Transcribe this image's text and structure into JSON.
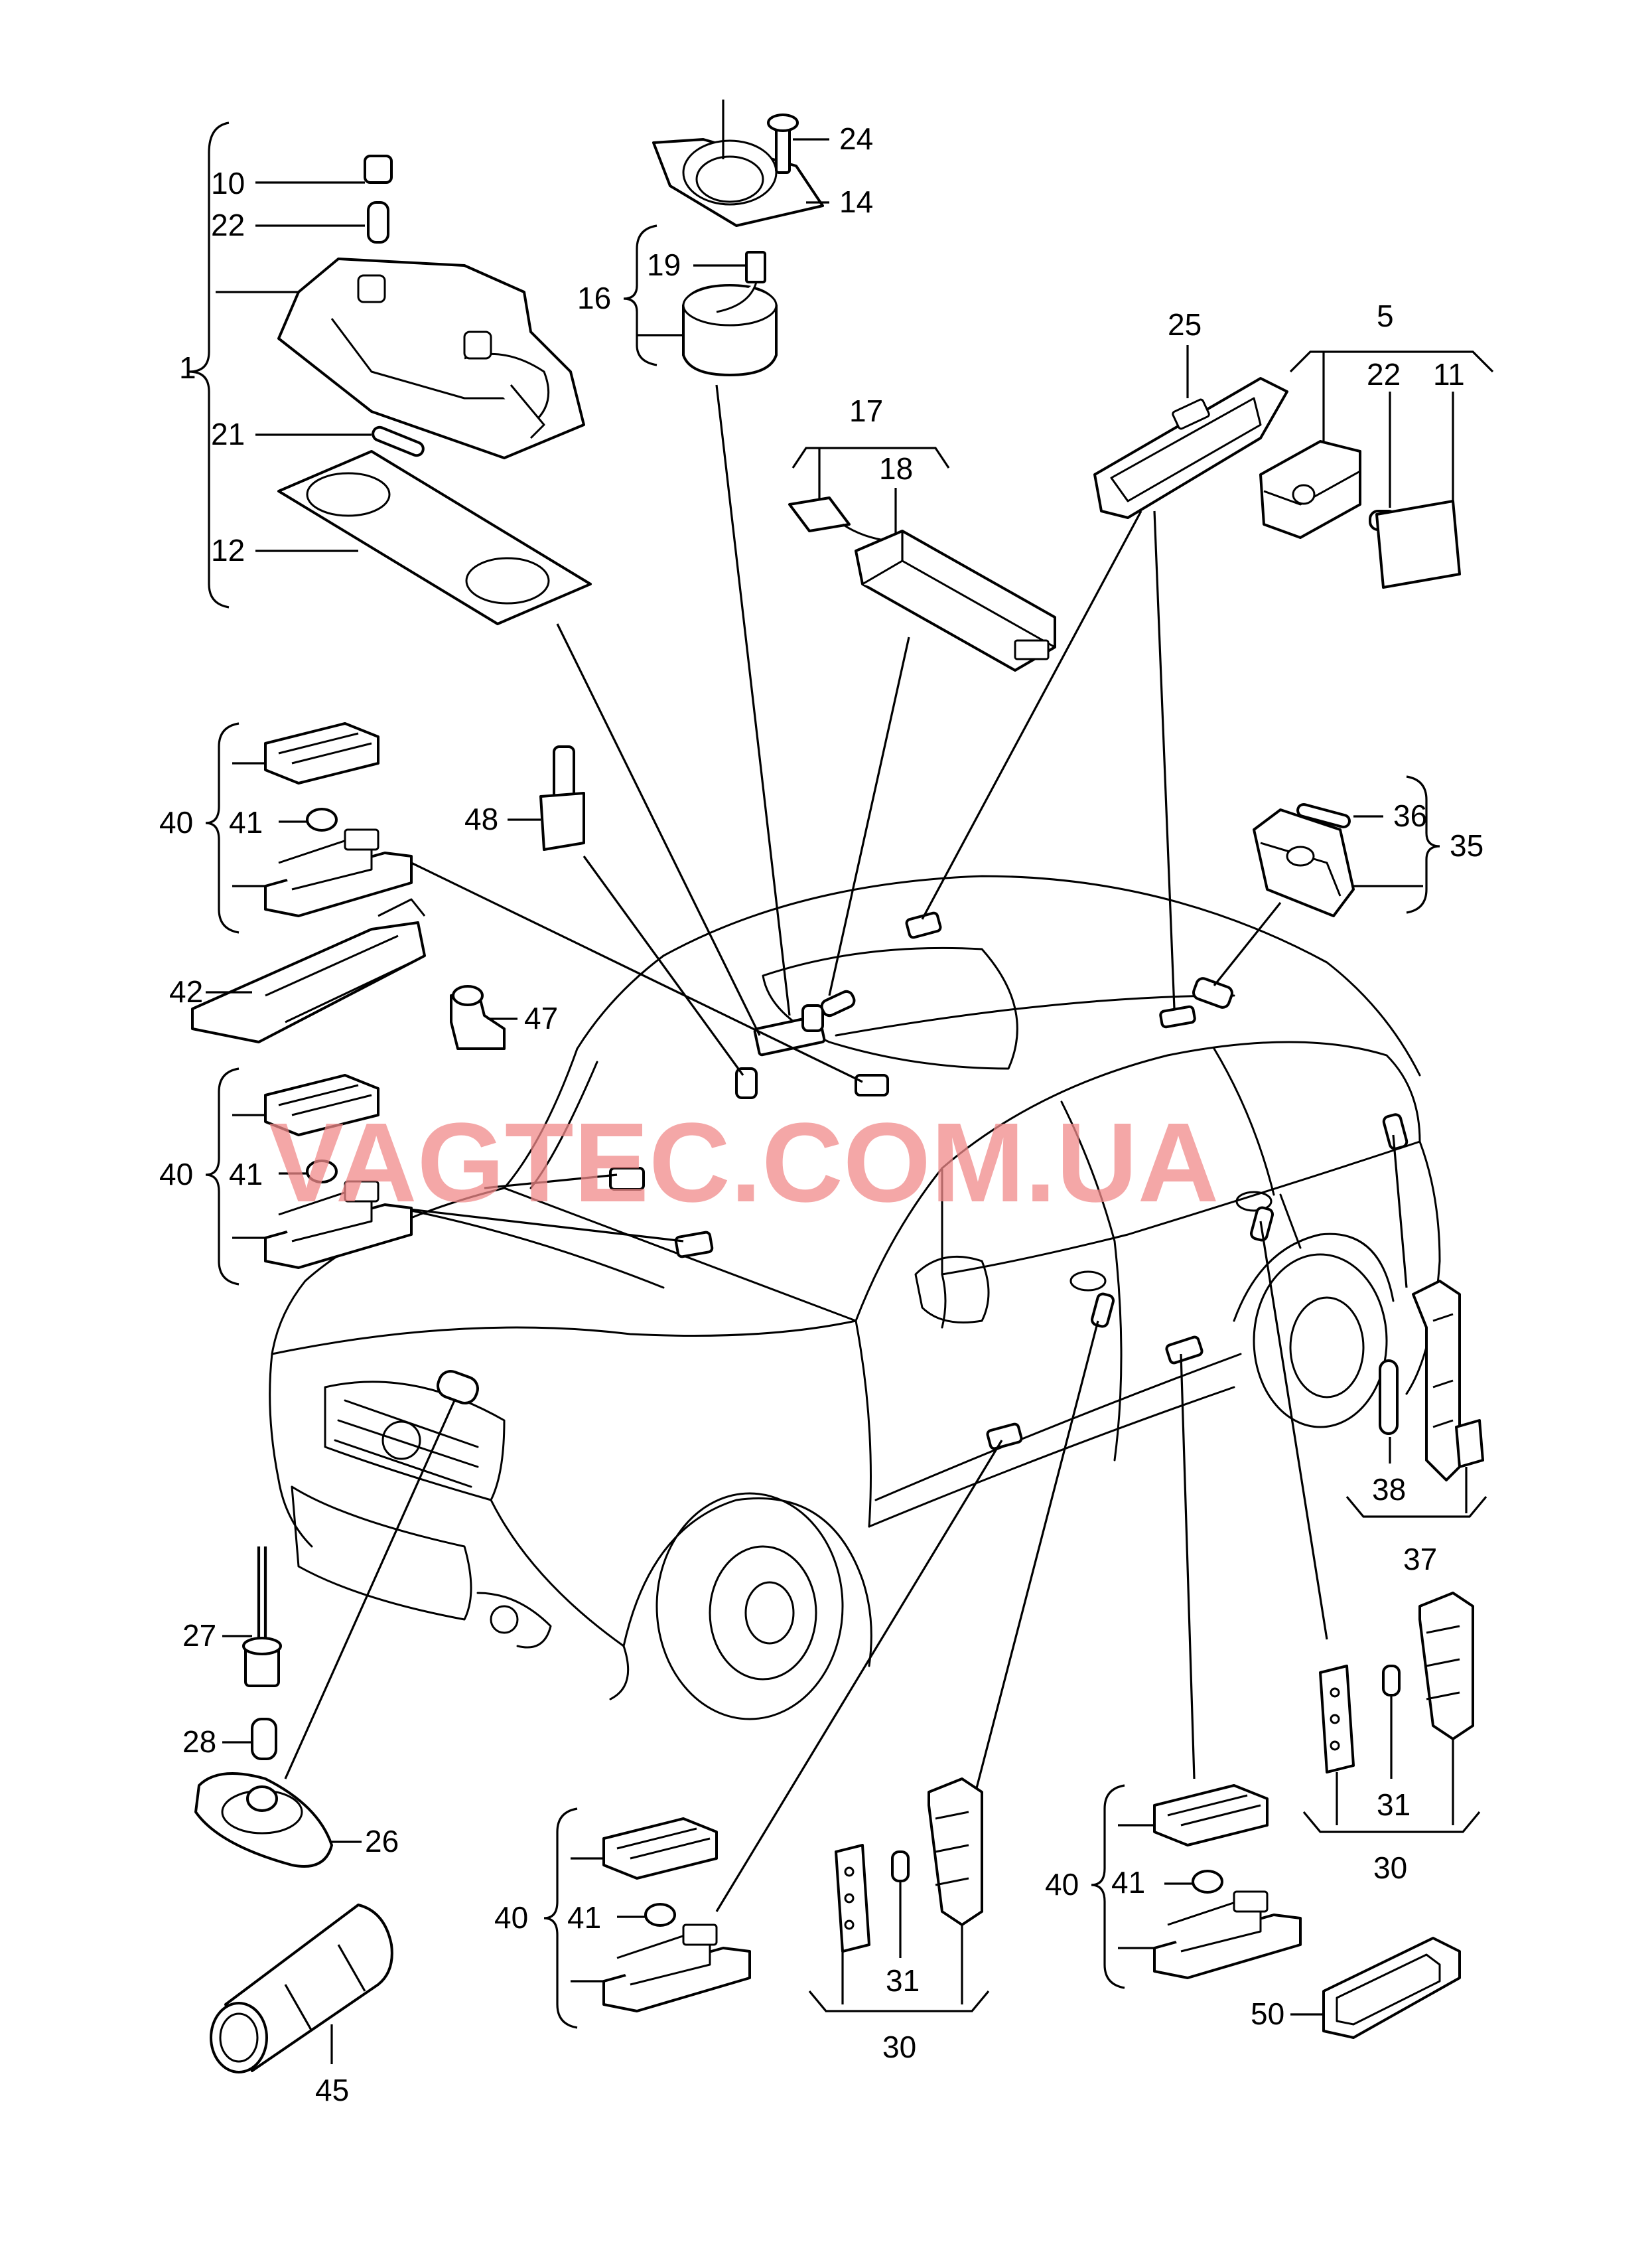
{
  "watermark": "VAGTEC.COM.UA",
  "callouts": {
    "c1": "1",
    "c5": "5",
    "c10": "10",
    "c11": "11",
    "c12": "12",
    "c14": "14",
    "c16": "16",
    "c17": "17",
    "c18": "18",
    "c19": "19",
    "c21": "21",
    "c22a": "22",
    "c22b": "22",
    "c24": "24",
    "c25": "25",
    "c26": "26",
    "c27": "27",
    "c28": "28",
    "c30a": "30",
    "c30b": "30",
    "c31a": "31",
    "c31b": "31",
    "c35": "35",
    "c36": "36",
    "c37": "37",
    "c38": "38",
    "c40a": "40",
    "c40b": "40",
    "c40c": "40",
    "c40d": "40",
    "c41a": "41",
    "c41b": "41",
    "c41c": "41",
    "c41d": "41",
    "c42": "42",
    "c45": "45",
    "c47": "47",
    "c48": "48",
    "c50": "50"
  }
}
